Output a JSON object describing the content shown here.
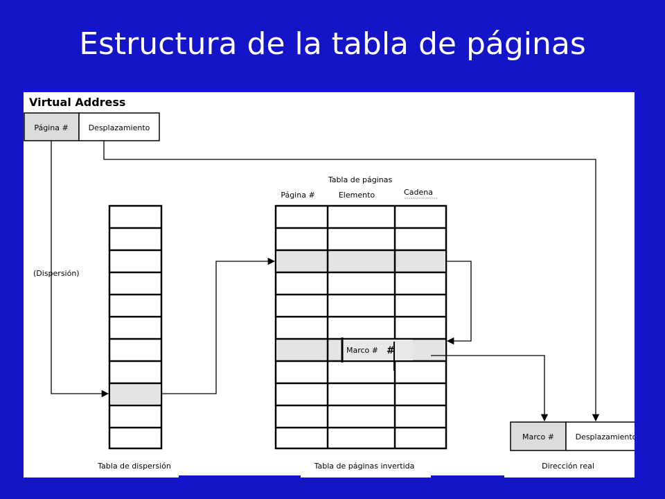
{
  "title": "Estructura de la tabla de páginas",
  "colors": {
    "background": "#1414c8",
    "title": "#ffffff",
    "panel": "#ffffff",
    "line": "#000000",
    "highlight": "#e4e4e4"
  },
  "virtual_address": {
    "heading": "Virtual Address",
    "page_field": "Página #",
    "offset_field": "Desplazamiento"
  },
  "hash_label": "(Dispersión)",
  "page_table": {
    "group_label": "Tabla de páginas",
    "columns": [
      "Página #",
      "Elemento",
      "Cadena"
    ],
    "frame_label": "Marco #",
    "frame_mark": "#"
  },
  "real_address": {
    "frame_field": "Marco #",
    "offset_field": "Desplazamiento"
  },
  "captions": {
    "hash_table": "Tabla de dispersión",
    "inverted_table": "Tabla de páginas invertida",
    "real_address": "Dirección real"
  }
}
